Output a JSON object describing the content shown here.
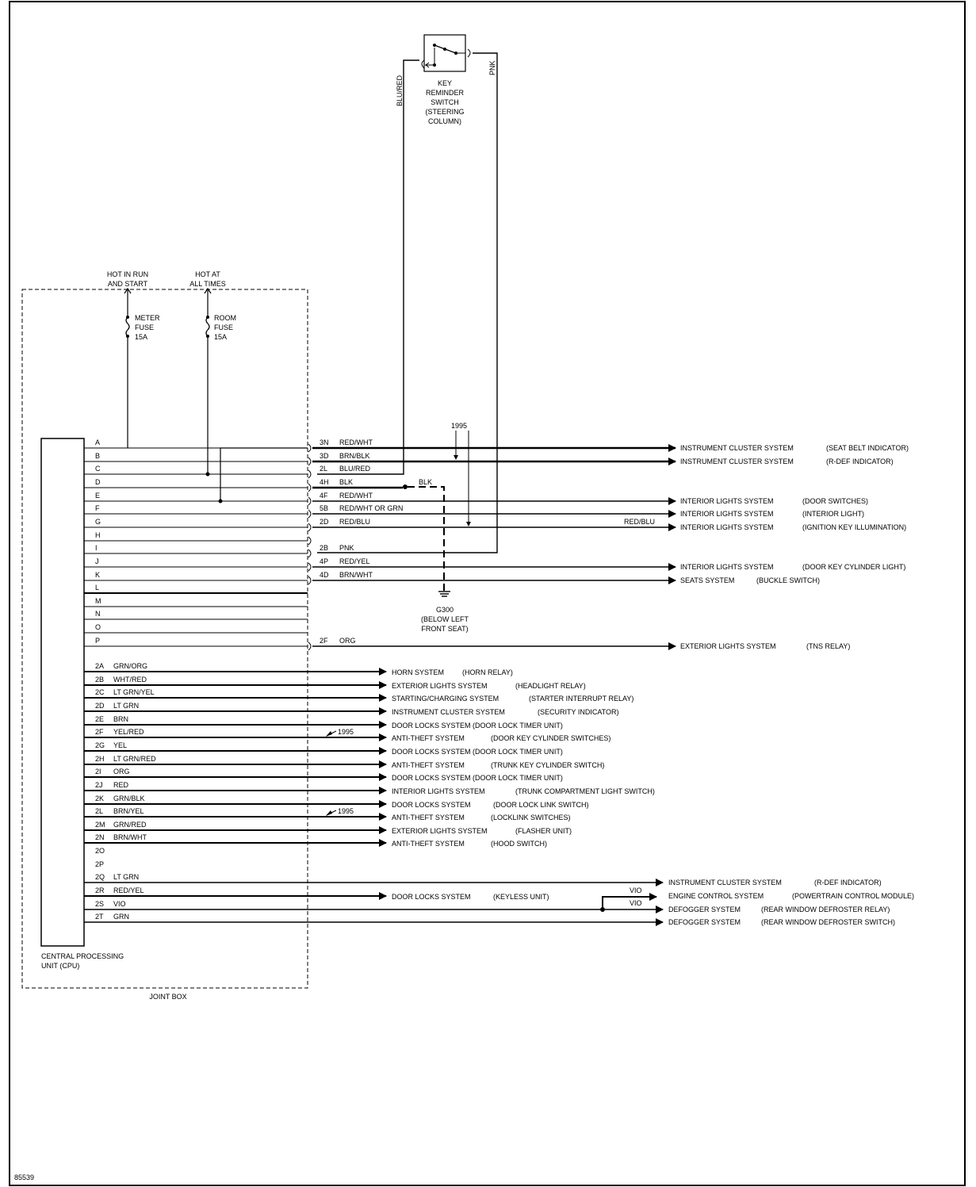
{
  "page_id": "85539",
  "joint_box_label": "JOINT BOX",
  "cpu_label_1": "CENTRAL PROCESSING",
  "cpu_label_2": "UNIT (CPU)",
  "power_sources": [
    {
      "line1": "HOT IN RUN",
      "line2": "AND START",
      "fuse_name": "METER",
      "fuse_word": "FUSE",
      "fuse_rating": "15A"
    },
    {
      "line1": "HOT AT",
      "line2": "ALL TIMES",
      "fuse_name": "ROOM",
      "fuse_word": "FUSE",
      "fuse_rating": "15A"
    }
  ],
  "key_switch": {
    "lines": [
      "KEY",
      "REMINDER",
      "SWITCH",
      "(STEERING",
      "COLUMN)"
    ],
    "left_wire": "BLU/RED",
    "right_wire": "PNK"
  },
  "ground": {
    "name": "G300",
    "line2": "(BELOW LEFT",
    "line3": "FRONT SEAT)",
    "wire": "BLK"
  },
  "year_notes": [
    "1995",
    "1995",
    "1995"
  ],
  "inline_labels": [
    "RED/BLU",
    "VIO",
    "VIO"
  ],
  "cpu_pins": [
    "A",
    "B",
    "C",
    "D",
    "E",
    "F",
    "G",
    "H",
    "I",
    "J",
    "K",
    "L",
    "M",
    "N",
    "O",
    "P"
  ],
  "upper_circuits": [
    {
      "pin": "A",
      "conn": "3N",
      "wire": "RED/WHT",
      "system": "INSTRUMENT CLUSTER SYSTEM",
      "detail": "(SEAT BELT INDICATOR)"
    },
    {
      "pin": "B",
      "conn": "3D",
      "wire": "BRN/BLK",
      "system": "INSTRUMENT CLUSTER SYSTEM",
      "detail": "(R-DEF INDICATOR)"
    },
    {
      "pin": "C",
      "conn": "2L",
      "wire": "BLU/RED",
      "system": "",
      "detail": ""
    },
    {
      "pin": "D",
      "conn": "4H",
      "wire": "BLK",
      "system": "",
      "detail": ""
    },
    {
      "pin": "E",
      "conn": "4F",
      "wire": "RED/WHT",
      "system": "INTERIOR LIGHTS SYSTEM",
      "detail": "(DOOR SWITCHES)"
    },
    {
      "pin": "F",
      "conn": "5B",
      "wire": "RED/WHT OR GRN",
      "system": "INTERIOR LIGHTS SYSTEM",
      "detail": "(INTERIOR LIGHT)"
    },
    {
      "pin": "G",
      "conn": "2D",
      "wire": "RED/BLU",
      "system": "INTERIOR LIGHTS SYSTEM",
      "detail": "(IGNITION KEY ILLUMINATION)"
    },
    {
      "pin": "H",
      "conn": "",
      "wire": "",
      "system": "",
      "detail": ""
    },
    {
      "pin": "I",
      "conn": "2B",
      "wire": "PNK",
      "system": "",
      "detail": ""
    },
    {
      "pin": "J",
      "conn": "4P",
      "wire": "RED/YEL",
      "system": "INTERIOR LIGHTS SYSTEM",
      "detail": "(DOOR KEY CYLINDER LIGHT)"
    },
    {
      "pin": "K",
      "conn": "4D",
      "wire": "BRN/WHT",
      "system": "SEATS SYSTEM",
      "detail": "(BUCKLE SWITCH)"
    },
    {
      "pin": "L",
      "conn": "",
      "wire": "",
      "system": "",
      "detail": ""
    },
    {
      "pin": "M",
      "conn": "",
      "wire": "",
      "system": "",
      "detail": ""
    },
    {
      "pin": "N",
      "conn": "",
      "wire": "",
      "system": "",
      "detail": ""
    },
    {
      "pin": "O",
      "conn": "",
      "wire": "",
      "system": "",
      "detail": ""
    },
    {
      "pin": "P",
      "conn": "2F",
      "wire": "ORG",
      "system": "EXTERIOR LIGHTS SYSTEM",
      "detail": "(TNS RELAY)"
    }
  ],
  "lower_circuits": [
    {
      "pin": "2A",
      "wire": "GRN/ORG",
      "system": "HORN SYSTEM",
      "detail": "(HORN RELAY)"
    },
    {
      "pin": "2B",
      "wire": "WHT/RED",
      "system": "EXTERIOR LIGHTS SYSTEM",
      "detail": "(HEADLIGHT RELAY)"
    },
    {
      "pin": "2C",
      "wire": "LT GRN/YEL",
      "system": "STARTING/CHARGING SYSTEM",
      "detail": "(STARTER INTERRUPT RELAY)"
    },
    {
      "pin": "2D",
      "wire": "LT GRN",
      "system": "INSTRUMENT CLUSTER SYSTEM",
      "detail": "(SECURITY INDICATOR)"
    },
    {
      "pin": "2E",
      "wire": "BRN",
      "system": "DOOR LOCKS SYSTEM (DOOR LOCK TIMER UNIT)",
      "detail": ""
    },
    {
      "pin": "2F",
      "wire": "YEL/RED",
      "system": "ANTI-THEFT SYSTEM",
      "detail": "(DOOR KEY CYLINDER SWITCHES)"
    },
    {
      "pin": "2G",
      "wire": "YEL",
      "system": "DOOR LOCKS SYSTEM (DOOR LOCK TIMER UNIT)",
      "detail": ""
    },
    {
      "pin": "2H",
      "wire": "LT GRN/RED",
      "system": "ANTI-THEFT SYSTEM",
      "detail": "(TRUNK KEY CYLINDER SWITCH)"
    },
    {
      "pin": "2I",
      "wire": "ORG",
      "system": "DOOR LOCKS SYSTEM (DOOR LOCK TIMER UNIT)",
      "detail": ""
    },
    {
      "pin": "2J",
      "wire": "RED",
      "system": "INTERIOR LIGHTS SYSTEM",
      "detail": "(TRUNK COMPARTMENT LIGHT SWITCH)"
    },
    {
      "pin": "2K",
      "wire": "GRN/BLK",
      "system": "DOOR LOCKS SYSTEM",
      "detail": "(DOOR LOCK LINK SWITCH)"
    },
    {
      "pin": "2L",
      "wire": "BRN/YEL",
      "system": "ANTI-THEFT SYSTEM",
      "detail": "(LOCKLINK SWITCHES)"
    },
    {
      "pin": "2M",
      "wire": "GRN/RED",
      "system": "EXTERIOR LIGHTS SYSTEM",
      "detail": "(FLASHER UNIT)"
    },
    {
      "pin": "2N",
      "wire": "BRN/WHT",
      "system": "ANTI-THEFT SYSTEM",
      "detail": "(HOOD SWITCH)"
    },
    {
      "pin": "2O",
      "wire": "",
      "system": "",
      "detail": ""
    },
    {
      "pin": "2P",
      "wire": "",
      "system": "",
      "detail": ""
    },
    {
      "pin": "2Q",
      "wire": "LT GRN",
      "system": "",
      "detail": ""
    },
    {
      "pin": "2R",
      "wire": "RED/YEL",
      "system": "DOOR LOCKS SYSTEM",
      "detail": "(KEYLESS UNIT)"
    },
    {
      "pin": "2S",
      "wire": "VIO",
      "system": "",
      "detail": ""
    },
    {
      "pin": "2T",
      "wire": "GRN",
      "system": "",
      "detail": ""
    }
  ],
  "right_targets": [
    {
      "system": "INSTRUMENT CLUSTER SYSTEM",
      "detail": "(R-DEF INDICATOR)"
    },
    {
      "system": "ENGINE CONTROL SYSTEM",
      "detail": "(POWERTRAIN CONTROL MODULE)"
    },
    {
      "system": "DEFOGGER SYSTEM",
      "detail": "(REAR WINDOW DEFROSTER RELAY)"
    },
    {
      "system": "DEFOGGER SYSTEM",
      "detail": "(REAR WINDOW DEFROSTER SWITCH)"
    }
  ]
}
